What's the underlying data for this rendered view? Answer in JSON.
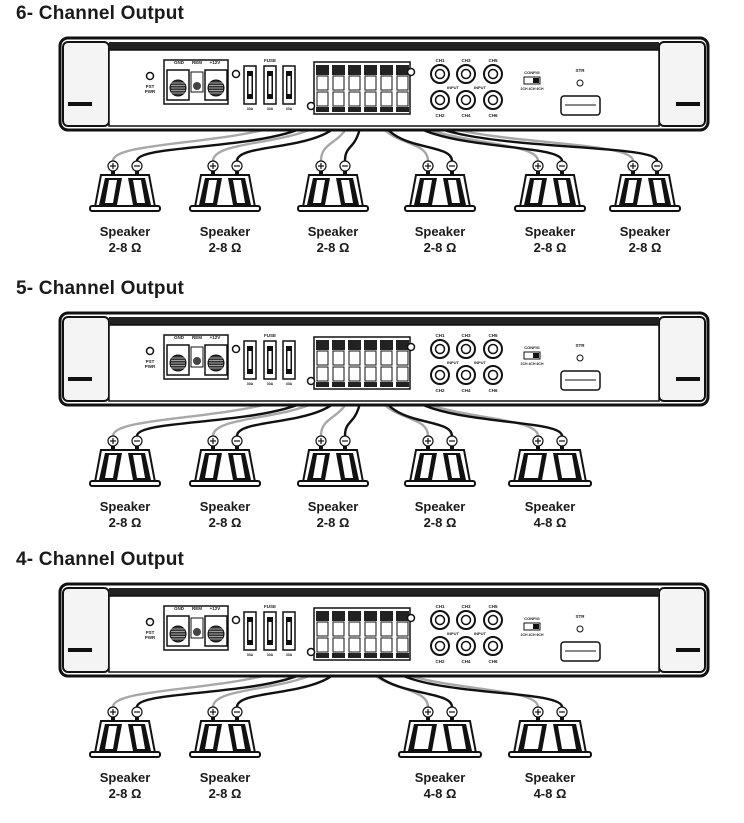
{
  "amp_labels": {
    "gnd": "GND",
    "rem": "REM",
    "plus12v": "+12V",
    "fuse": "FUSE",
    "ch_top": [
      "CH1",
      "CH3",
      "CH5"
    ],
    "ch_bot": [
      "CH2",
      "CH4",
      "CH6"
    ],
    "input": "INPUT",
    "config": "CONFIG",
    "config_opts": "2CH 4CH 6CH",
    "str": "STR",
    "pst_pwr": [
      "PST",
      "PWR"
    ],
    "fuse_rating": "30A"
  },
  "sections": [
    {
      "title": "6- Channel Output",
      "speakers": [
        {
          "name": "Speaker",
          "impedance": "2-8 Ω"
        },
        {
          "name": "Speaker",
          "impedance": "2-8 Ω"
        },
        {
          "name": "Speaker",
          "impedance": "2-8 Ω"
        },
        {
          "name": "Speaker",
          "impedance": "2-8 Ω"
        },
        {
          "name": "Speaker",
          "impedance": "2-8 Ω"
        },
        {
          "name": "Speaker",
          "impedance": "2-8 Ω"
        }
      ]
    },
    {
      "title": "5- Channel Output",
      "speakers": [
        {
          "name": "Speaker",
          "impedance": "2-8 Ω"
        },
        {
          "name": "Speaker",
          "impedance": "2-8 Ω"
        },
        {
          "name": "Speaker",
          "impedance": "2-8 Ω"
        },
        {
          "name": "Speaker",
          "impedance": "2-8 Ω"
        },
        {
          "name": "Speaker",
          "impedance": "4-8 Ω"
        }
      ]
    },
    {
      "title": "4- Channel Output",
      "speakers": [
        {
          "name": "Speaker",
          "impedance": "2-8 Ω"
        },
        {
          "name": "Speaker",
          "impedance": "2-8 Ω"
        },
        {
          "name": "Speaker",
          "impedance": "4-8 Ω"
        },
        {
          "name": "Speaker",
          "impedance": "4-8 Ω"
        }
      ]
    }
  ]
}
